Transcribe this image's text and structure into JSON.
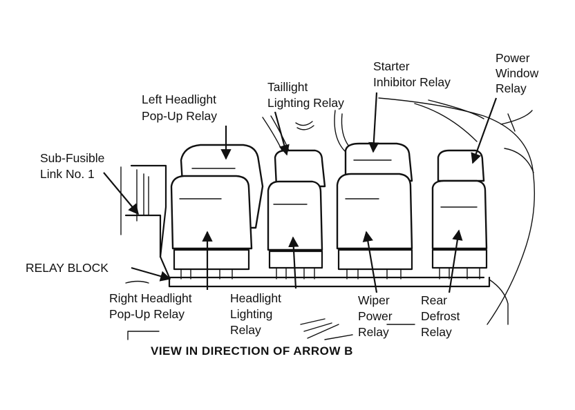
{
  "labels": {
    "left_headlight": [
      "Left Headlight",
      "Pop-Up Relay"
    ],
    "taillight": [
      "Taillight",
      "Lighting Relay"
    ],
    "starter": [
      "Starter",
      "Inhibitor Relay"
    ],
    "power_window": [
      "Power",
      "Window",
      "Relay"
    ],
    "sub_fusible": [
      "Sub-Fusible",
      "Link No. 1"
    ],
    "relay_block": "RELAY BLOCK",
    "right_headlight": [
      "Right Headlight",
      "Pop-Up Relay"
    ],
    "headlight_lighting": [
      "Headlight",
      "Lighting",
      "Relay"
    ],
    "wiper": [
      "Wiper",
      "Power",
      "Relay"
    ],
    "rear_defrost": [
      "Rear",
      "Defrost",
      "Relay"
    ]
  },
  "caption": "VIEW IN DIRECTION OF ARROW B"
}
